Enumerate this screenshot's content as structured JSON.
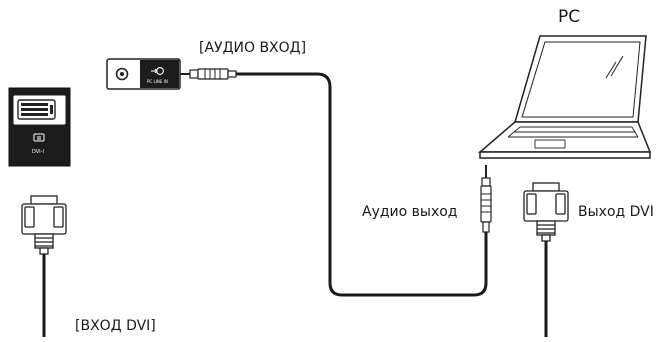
{
  "labels": {
    "pc": "PC",
    "audio_in": "[АУДИО ВХОД]",
    "audio_out": "Аудио выход",
    "dvi_out": "Выход DVI",
    "dvi_in": "[ВХОД DVI]"
  },
  "ports": {
    "pc_line_in": "PC LINE IN",
    "dvi_i": "DVI-I"
  }
}
